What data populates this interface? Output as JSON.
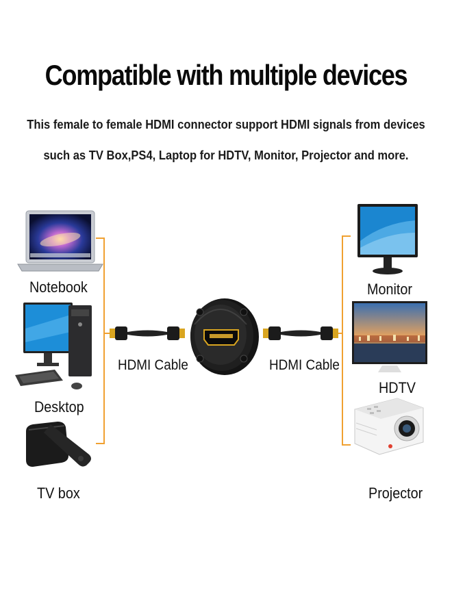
{
  "heading": {
    "title": "Compatible with multiple devices",
    "line1": "This female to female HDMI connector support HDMI signals from devices",
    "line2": "such as TV Box,PS4, Laptop for HDTV, Monitor, Projector and more."
  },
  "left_devices": [
    {
      "label": "Notebook",
      "icon": "laptop-icon"
    },
    {
      "label": "Desktop",
      "icon": "desktop-pc-icon"
    },
    {
      "label": "TV box",
      "icon": "tv-box-icon"
    }
  ],
  "right_devices": [
    {
      "label": "Monitor",
      "icon": "monitor-icon"
    },
    {
      "label": "HDTV",
      "icon": "hdtv-icon"
    },
    {
      "label": "Projector",
      "icon": "projector-icon"
    }
  ],
  "cables": {
    "left_label": "HDMI Cable",
    "right_label": "HDMI Cable"
  },
  "colors": {
    "bracket": "#f0a030",
    "connector_body": "#1c1c1c",
    "gold_tip": "#d9a520"
  }
}
